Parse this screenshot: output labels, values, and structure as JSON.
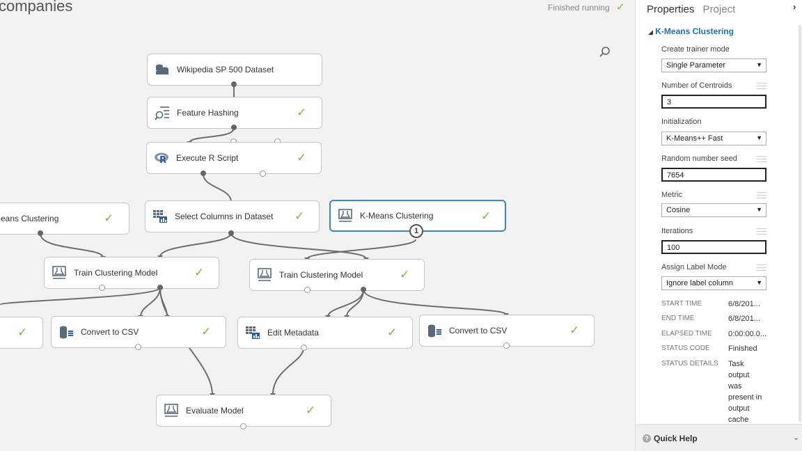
{
  "experiment": {
    "title": "companies",
    "status_text": "Finished running",
    "status_icon": "check-icon"
  },
  "canvas": {
    "zoom_icon": "search-icon",
    "nodes": {
      "wiki": {
        "label": "Wikipedia SP 500 Dataset",
        "icon": "dataset-icon"
      },
      "hash": {
        "label": "Feature Hashing",
        "icon": "feature-hashing-icon",
        "done": true
      },
      "rscript": {
        "label": "Execute R Script",
        "icon": "r-icon",
        "done": true
      },
      "kmeans_left": {
        "label": "eans Clustering",
        "done": true
      },
      "selcols": {
        "label": "Select Columns in Dataset",
        "icon": "select-columns-icon",
        "done": true
      },
      "kmeans": {
        "label": "K-Means Clustering",
        "icon": "kmeans-icon",
        "done": true,
        "badge": "1"
      },
      "train1": {
        "label": "Train Clustering Model",
        "icon": "train-icon",
        "done": true
      },
      "train2": {
        "label": "Train Clustering Model",
        "icon": "train-icon",
        "done": true
      },
      "partial": {
        "done": true
      },
      "csv1": {
        "label": "Convert to CSV",
        "icon": "convert-csv-icon",
        "done": true
      },
      "meta": {
        "label": "Edit Metadata",
        "icon": "edit-metadata-icon",
        "done": true
      },
      "csv2": {
        "label": "Convert to CSV",
        "icon": "convert-csv-icon",
        "done": true
      },
      "eval": {
        "label": "Evaluate Model",
        "icon": "evaluate-icon",
        "done": true
      }
    }
  },
  "panel": {
    "tabs": [
      "Properties",
      "Project"
    ],
    "collapse_icon": "chevron-right-icon",
    "section": "K-Means Clustering",
    "params": {
      "trainer_mode": {
        "label": "Create trainer mode",
        "value": "Single Parameter"
      },
      "centroids": {
        "label": "Number of Centroids",
        "value": "3"
      },
      "init": {
        "label": "Initialization",
        "value": "K-Means++ Fast"
      },
      "seed": {
        "label": "Random number seed",
        "value": "7654"
      },
      "metric": {
        "label": "Metric",
        "value": "Cosine"
      },
      "iterations": {
        "label": "Iterations",
        "value": "100"
      },
      "label_mode": {
        "label": "Assign Label Mode",
        "value": "Ignore label column"
      }
    },
    "info": [
      {
        "key": "START TIME",
        "value": "6/8/201..."
      },
      {
        "key": "END TIME",
        "value": "6/8/201..."
      },
      {
        "key": "ELAPSED TIME",
        "value": "0:00:00.0..."
      },
      {
        "key": "STATUS CODE",
        "value": "Finished"
      },
      {
        "key": "STATUS DETAILS",
        "value": "Task output was present in output cache"
      }
    ],
    "quick_help": "Quick Help"
  }
}
